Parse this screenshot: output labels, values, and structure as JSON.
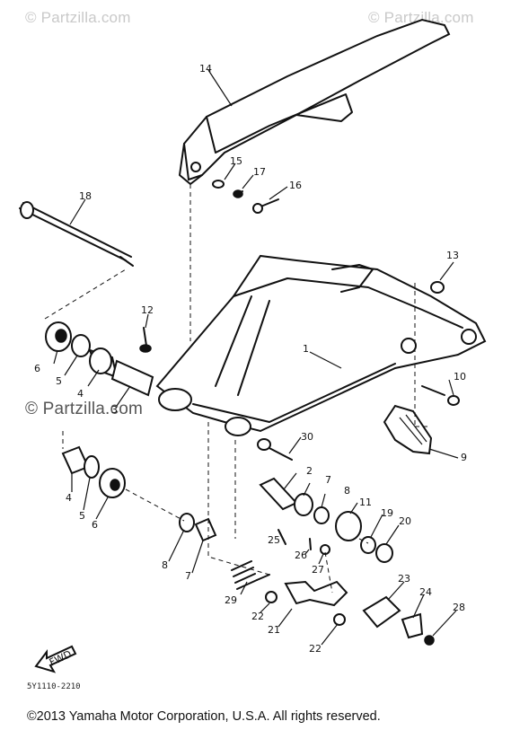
{
  "watermarks": {
    "top_left": "© Partzilla.com",
    "top_right": "© Partzilla.com",
    "middle": "© Partzilla.com"
  },
  "diagram_code": "5Y1110-2210",
  "copyright": "©2013  Yamaha Motor Corporation, U.S.A. All rights reserved.",
  "direction_label": "FWD",
  "callouts": [
    "1",
    "2",
    "3",
    "4",
    "5",
    "6",
    "7",
    "8",
    "9",
    "10",
    "11",
    "12",
    "13",
    "14",
    "15",
    "16",
    "17",
    "18",
    "19",
    "20",
    "21",
    "22",
    "23",
    "24",
    "25",
    "26",
    "27",
    "28",
    "29",
    "30"
  ]
}
